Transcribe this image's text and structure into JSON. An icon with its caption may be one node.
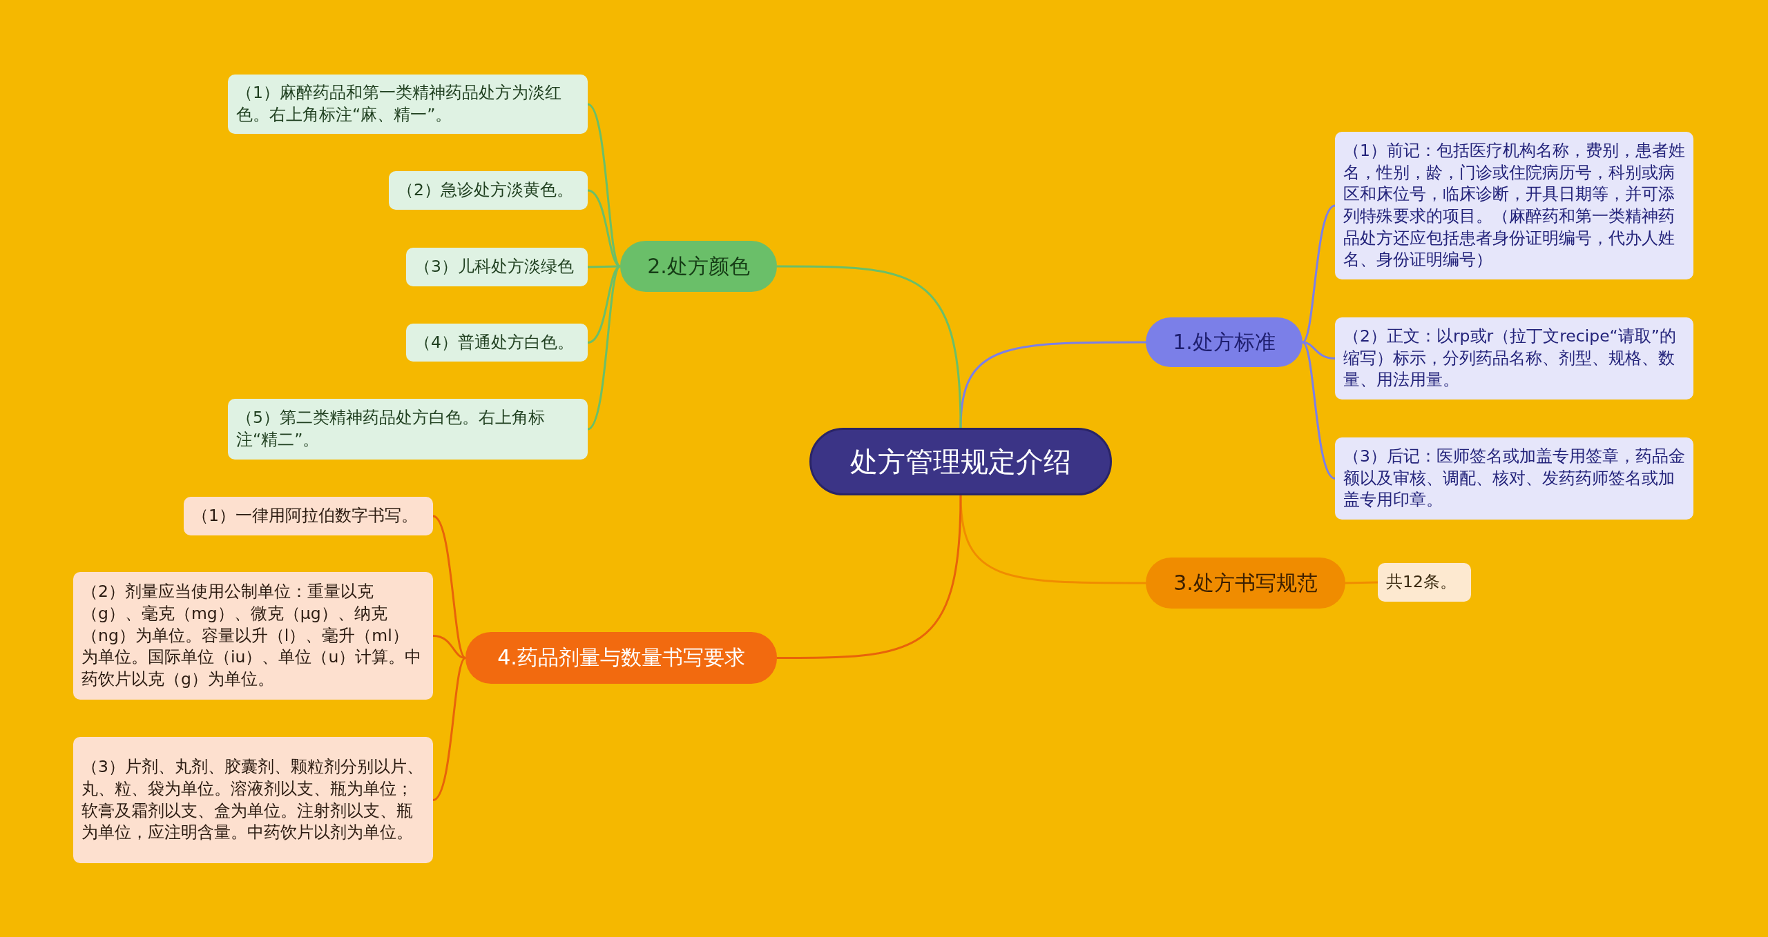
{
  "diagram": {
    "nodes": [
      {
        "text": [
          "处方管理规定介绍"
        ]
      },
      {
        "text": [
          "1.处方标准"
        ]
      },
      {
        "text": [
          "（1）前记：包括医疗机构名称，费别，患者姓名，性别，龄，门诊或住院病历号，科别或病区和床位号，临床诊断，开具日期等，并可添列特殊要求的项目。（麻醉药和第一类精神药品处方还应包括患者身份证明编号，代办人姓名、身份证明编号）"
        ]
      },
      {
        "text": [
          "（2）正文：以rp或r（拉丁文recipe“请取”的缩写）标示，分列药品名称、剂型、规格、数量、用法用量。"
        ]
      },
      {
        "text": [
          "（3）后记：医师签名或加盖专用签章，药品金额以及审核、调配、核对、发药药师签名或加盖专用印章。"
        ]
      },
      {
        "text": [
          "2.处方颜色"
        ]
      },
      {
        "text": [
          "（1）麻醉药品和第一类精神药品处方为淡红色。右上角标注“麻、精一”。"
        ]
      },
      {
        "text": [
          "（2）急诊处方淡黄色。"
        ]
      },
      {
        "text": [
          "（3）儿科处方淡绿色"
        ]
      },
      {
        "text": [
          "（4）普通处方白色。"
        ]
      },
      {
        "text": [
          "（5）第二类精神药品处方白色。右上角标注“精二”。"
        ]
      },
      {
        "text": [
          "3.处方书写规范"
        ]
      },
      {
        "text": [
          "共12条。"
        ]
      },
      {
        "text": [
          "4.药品剂量与数量书写要求"
        ]
      },
      {
        "text": [
          "（1）一律用阿拉伯数字书写。"
        ]
      },
      {
        "text": [
          "（2）剂量应当使用公制单位：重量以克（g）、毫克（mg）、微克（μg）、纳克（ng）为单位。容量以升（l）、毫升（ml）为单位。国际单位（iu）、单位（u）计算。中药饮片以克（g）为单位。"
        ]
      },
      {
        "text": [
          "（3）片剂、丸剂、胶囊剂、颗粒剂分别以片、丸、粒、袋为单位。溶液剂以支、瓶为单位；软膏及霜剂以支、盒为单位。注射剂以支、瓶为单位，应注明含量。中药饮片以剂为单位。"
        ]
      }
    ],
    "edges": [
      {
        "from": 0,
        "to": 1,
        "arrow": "none",
        "color": "#7b7fe8"
      },
      {
        "from": 1,
        "to": 2,
        "arrow": "none",
        "color": "#7b7fe8"
      },
      {
        "from": 1,
        "to": 3,
        "arrow": "none",
        "color": "#7b7fe8"
      },
      {
        "from": 1,
        "to": 4,
        "arrow": "none",
        "color": "#7b7fe8"
      },
      {
        "from": 0,
        "to": 5,
        "arrow": "none",
        "color": "#6abf69"
      },
      {
        "from": 5,
        "to": 6,
        "arrow": "none",
        "color": "#6abf69"
      },
      {
        "from": 5,
        "to": 7,
        "arrow": "none",
        "color": "#6abf69"
      },
      {
        "from": 5,
        "to": 8,
        "arrow": "none",
        "color": "#6abf69"
      },
      {
        "from": 5,
        "to": 9,
        "arrow": "none",
        "color": "#6abf69"
      },
      {
        "from": 5,
        "to": 10,
        "arrow": "none",
        "color": "#6abf69"
      },
      {
        "from": 0,
        "to": 11,
        "arrow": "none",
        "color": "#f08c00"
      },
      {
        "from": 11,
        "to": 12,
        "arrow": "none",
        "color": "#f08c00"
      },
      {
        "from": 0,
        "to": 13,
        "arrow": "none",
        "color": "#e8630a"
      },
      {
        "from": 13,
        "to": 14,
        "arrow": "none",
        "color": "#e8630a"
      },
      {
        "from": 13,
        "to": 15,
        "arrow": "none",
        "color": "#e8630a"
      },
      {
        "from": 13,
        "to": 16,
        "arrow": "none",
        "color": "#e8630a"
      }
    ]
  }
}
